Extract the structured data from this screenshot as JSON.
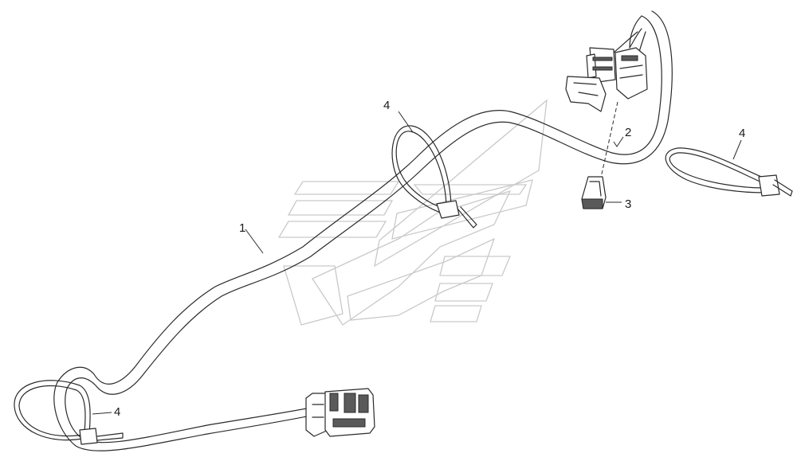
{
  "callouts": [
    {
      "id": "1",
      "text": "1"
    },
    {
      "id": "2",
      "text": "2"
    },
    {
      "id": "3",
      "text": "3"
    },
    {
      "id": "4a",
      "text": "4"
    },
    {
      "id": "4b",
      "text": "4"
    },
    {
      "id": "4c",
      "text": "4"
    }
  ],
  "colors": {
    "ink": "#2a2a2a",
    "watermark": "#c9c9c9",
    "background": "#ffffff"
  }
}
